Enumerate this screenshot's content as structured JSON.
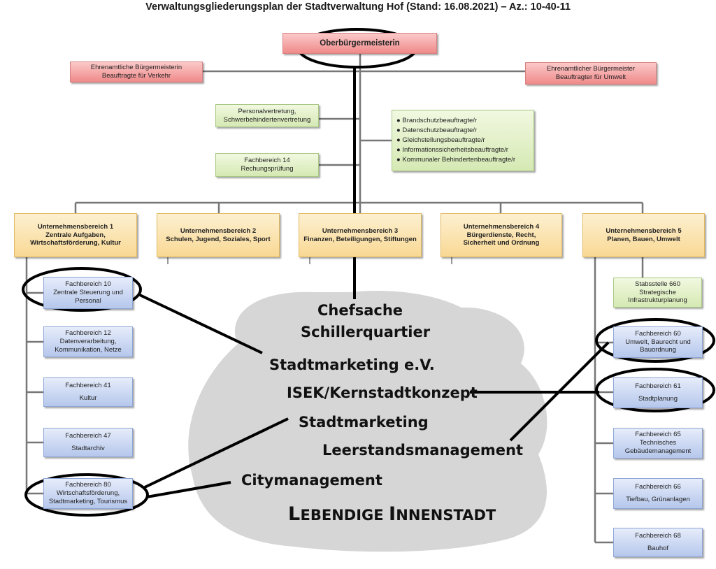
{
  "title": "Verwaltungsgliederungsplan der Stadtverwaltung Hof (Stand: 16.08.2021) – Az.: 10-40-11",
  "colors": {
    "leadership": "#f08a8a",
    "staff": "#d5e9b3",
    "division": "#f9d894",
    "department": "#b5c7ec",
    "cloud": "#d6d6d6"
  },
  "top": {
    "label": "Oberbürgermeisterin"
  },
  "deputy_left": {
    "line1": "Ehrenamtliche Bürgermeisterin",
    "line2": "Beauftragte für Verkehr"
  },
  "deputy_right": {
    "line1": "Ehrenamtlicher Bürgermeister",
    "line2": "Beauftragter für Umwelt"
  },
  "staff_personnel": {
    "line1": "Personalvertretung,",
    "line2": "Schwerbehindertenvertretung"
  },
  "staff_audit": {
    "line1": "Fachbereich 14",
    "line2": "Rechungsprüfung"
  },
  "officers": [
    "Brandschutzbeauftragte/r",
    "Datenschutzbeauftragte/r",
    "Gleichstellungsbeauftragte/r",
    "Informationssicherheitsbeauftragte/r",
    "Kommunaler Behindertenbeauftragte/r"
  ],
  "divisions": [
    {
      "line1": "Unternehmensbereich 1",
      "line2": "Zentrale Aufgaben,",
      "line3": "Wirtschaftsförderung, Kultur"
    },
    {
      "line1": "Unternehmensbereich 2",
      "line2": "Schulen, Jugend, Soziales, Sport",
      "line3": ""
    },
    {
      "line1": "Unternehmensbereich 3",
      "line2": "Finanzen, Beteiligungen, Stiftungen",
      "line3": ""
    },
    {
      "line1": "Unternehmensbereich 4",
      "line2": "Bürgerdienste, Recht,",
      "line3": "Sicherheit und Ordnung"
    },
    {
      "line1": "Unternehmensbereich 5",
      "line2": "Planen, Bauen, Umwelt",
      "line3": ""
    }
  ],
  "left_departments": [
    {
      "line1": "Fachbereich 10",
      "line2": "Zentrale Steuerung und",
      "line3": "Personal"
    },
    {
      "line1": "Fachbereich 12",
      "line2": "Datenverarbeitung,",
      "line3": "Kommunikation, Netze"
    },
    {
      "line1": "Fachbereich 41",
      "line2": "Kultur",
      "line3": ""
    },
    {
      "line1": "Fachbereich 47",
      "line2": "Stadtarchiv",
      "line3": ""
    },
    {
      "line1": "Fachbereich 80",
      "line2": "Wirtschaftsförderung,",
      "line3": "Stadtmarketing, Tourismus"
    }
  ],
  "staff_unit_660": {
    "line1": "Stabsstelle 660",
    "line2": "Strategische",
    "line3": "Infrastrukturplanung"
  },
  "right_departments": [
    {
      "line1": "Fachbereich 60",
      "line2": "Umwelt, Baurecht und",
      "line3": "Bauordnung"
    },
    {
      "line1": "Fachbereich 61",
      "line2": "Stadtplanung",
      "line3": ""
    },
    {
      "line1": "Fachbereich 65",
      "line2": "Technisches",
      "line3": "Gebäudemanagement"
    },
    {
      "line1": "Fachbereich 66",
      "line2": "Tiefbau, Grünanlagen",
      "line3": ""
    },
    {
      "line1": "Fachbereich 68",
      "line2": "Bauhof",
      "line3": ""
    }
  ],
  "cloud": {
    "line1": "Chefsache",
    "line2": "Schillerquartier",
    "stadtmarketing_ev": "Stadtmarketing e.V.",
    "isek": "ISEK/Kernstadtkonzept",
    "stadtmarketing": "Stadtmarketing",
    "leerstand": "Leerstandsmanagement",
    "citymanagement": "Citymanagement",
    "heading_big1": "L",
    "heading_small1": "EBENDIGE ",
    "heading_big2": "I",
    "heading_small2": "NNENSTADT"
  }
}
